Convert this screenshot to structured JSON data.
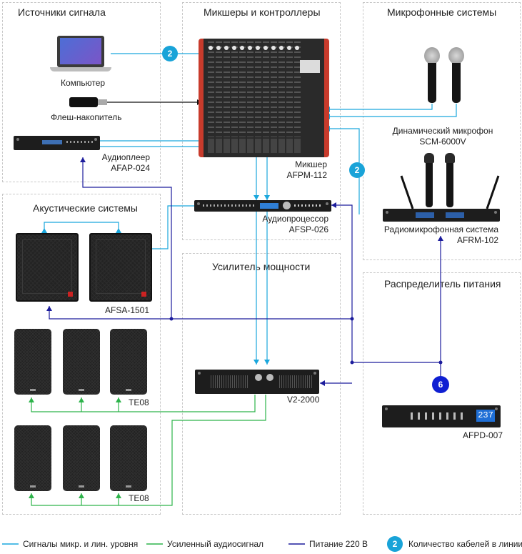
{
  "zones": {
    "sources": "Источники сигнала",
    "mixers": "Микшеры и контроллеры",
    "mics": "Микрофонные системы",
    "acoustic": "Акустические системы",
    "amp": "Усилитель мощности",
    "power": "Распределитель питания"
  },
  "devices": {
    "computer": "Компьютер",
    "flash": "Флеш-накопитель",
    "player_line1": "Аудиоплеер",
    "player_line2": "AFAP-024",
    "mixer_line1": "Микшер",
    "mixer_line2": "AFPM-112",
    "processor_line1": "Аудиопроцессор",
    "processor_line2": "AFSP-026",
    "dynmic_line1": "Динамический микрофон",
    "dynmic_line2": "SCM-6000V",
    "radio_line1": "Радиомикрофонная система",
    "radio_line2": "AFRM-102",
    "subs": "AFSA-1501",
    "te08_a": "TE08",
    "te08_b": "TE08",
    "amp": "V2-2000",
    "pdu": "AFPD-007",
    "pdu_display": "237"
  },
  "badges": {
    "computer_cables": "2",
    "radio_cables": "2",
    "power_cables": "6"
  },
  "legend": {
    "signal": "Сигналы микр. и лин. уровня",
    "amplified": "Усиленный аудиосигнал",
    "power": "Питание 220 В",
    "count_badge": "2",
    "count": "Количество кабелей в линии"
  },
  "colors": {
    "signal": "#1aa7dd",
    "amplified": "#2db34a",
    "power": "#1c1c9c",
    "black_wire": "#111111",
    "badge_signal": "#19a3d8",
    "badge_power": "#0f1fd2",
    "mixer_accent": "#c83b2c"
  }
}
